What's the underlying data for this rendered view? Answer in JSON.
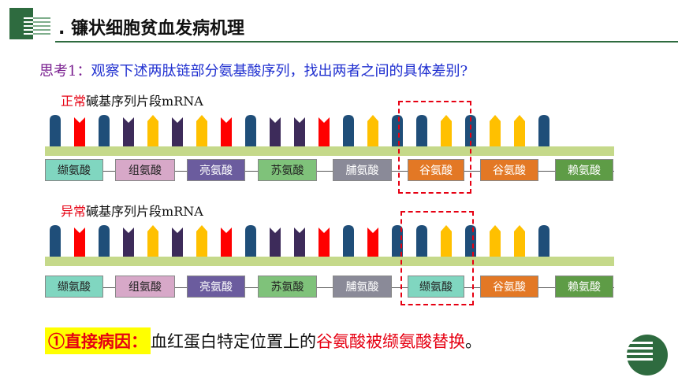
{
  "header": {
    "title": ". 镰状细胞贫血发病机理"
  },
  "question": {
    "prefix": "思考1：",
    "text": "观察下述两肽链部分氨基酸序列，找出两者之间的具体差别?"
  },
  "normal": {
    "label_red": "正常",
    "label_rest": "碱基序列片段mRNA",
    "amino_acids": [
      "缬氨酸",
      "组氨酸",
      "亮氨酸",
      "苏氨酸",
      "脯氨酸",
      "谷氨酸",
      "谷氨酸",
      "赖氨酸"
    ]
  },
  "abnormal": {
    "label_red": "异常",
    "label_rest": "碱基序列片段mRNA",
    "amino_acids": [
      "缬氨酸",
      "组氨酸",
      "亮氨酸",
      "苏氨酸",
      "脯氨酸",
      "缬氨酸",
      "谷氨酸",
      "赖氨酸"
    ]
  },
  "conclusion": {
    "tag": "①直接病因：",
    "text_a": "血红蛋白特定位置上的",
    "text_red": "谷氨酸被缬氨酸替换",
    "text_end": "。"
  },
  "colors": {
    "blue_base": "#1f4e79",
    "red_base": "#ff0000",
    "yellow_base": "#ffc000",
    "purple_base": "#3d2b5a",
    "strand": "#c5d98a",
    "accent_green": "#2e6b3f",
    "dash": "#e60012"
  },
  "bases": {
    "normal": [
      "U",
      "C",
      "U",
      "A",
      "G",
      "A",
      "G",
      "C",
      "U",
      "A",
      "A",
      "C",
      "U",
      "G",
      "U",
      "U",
      "G",
      "U",
      "G",
      "G",
      "U"
    ],
    "abnormal": [
      "U",
      "C",
      "U",
      "A",
      "G",
      "A",
      "G",
      "C",
      "U",
      "A",
      "A",
      "C",
      "U",
      "C",
      "U",
      "U",
      "G",
      "U",
      "G",
      "G",
      "U"
    ]
  }
}
